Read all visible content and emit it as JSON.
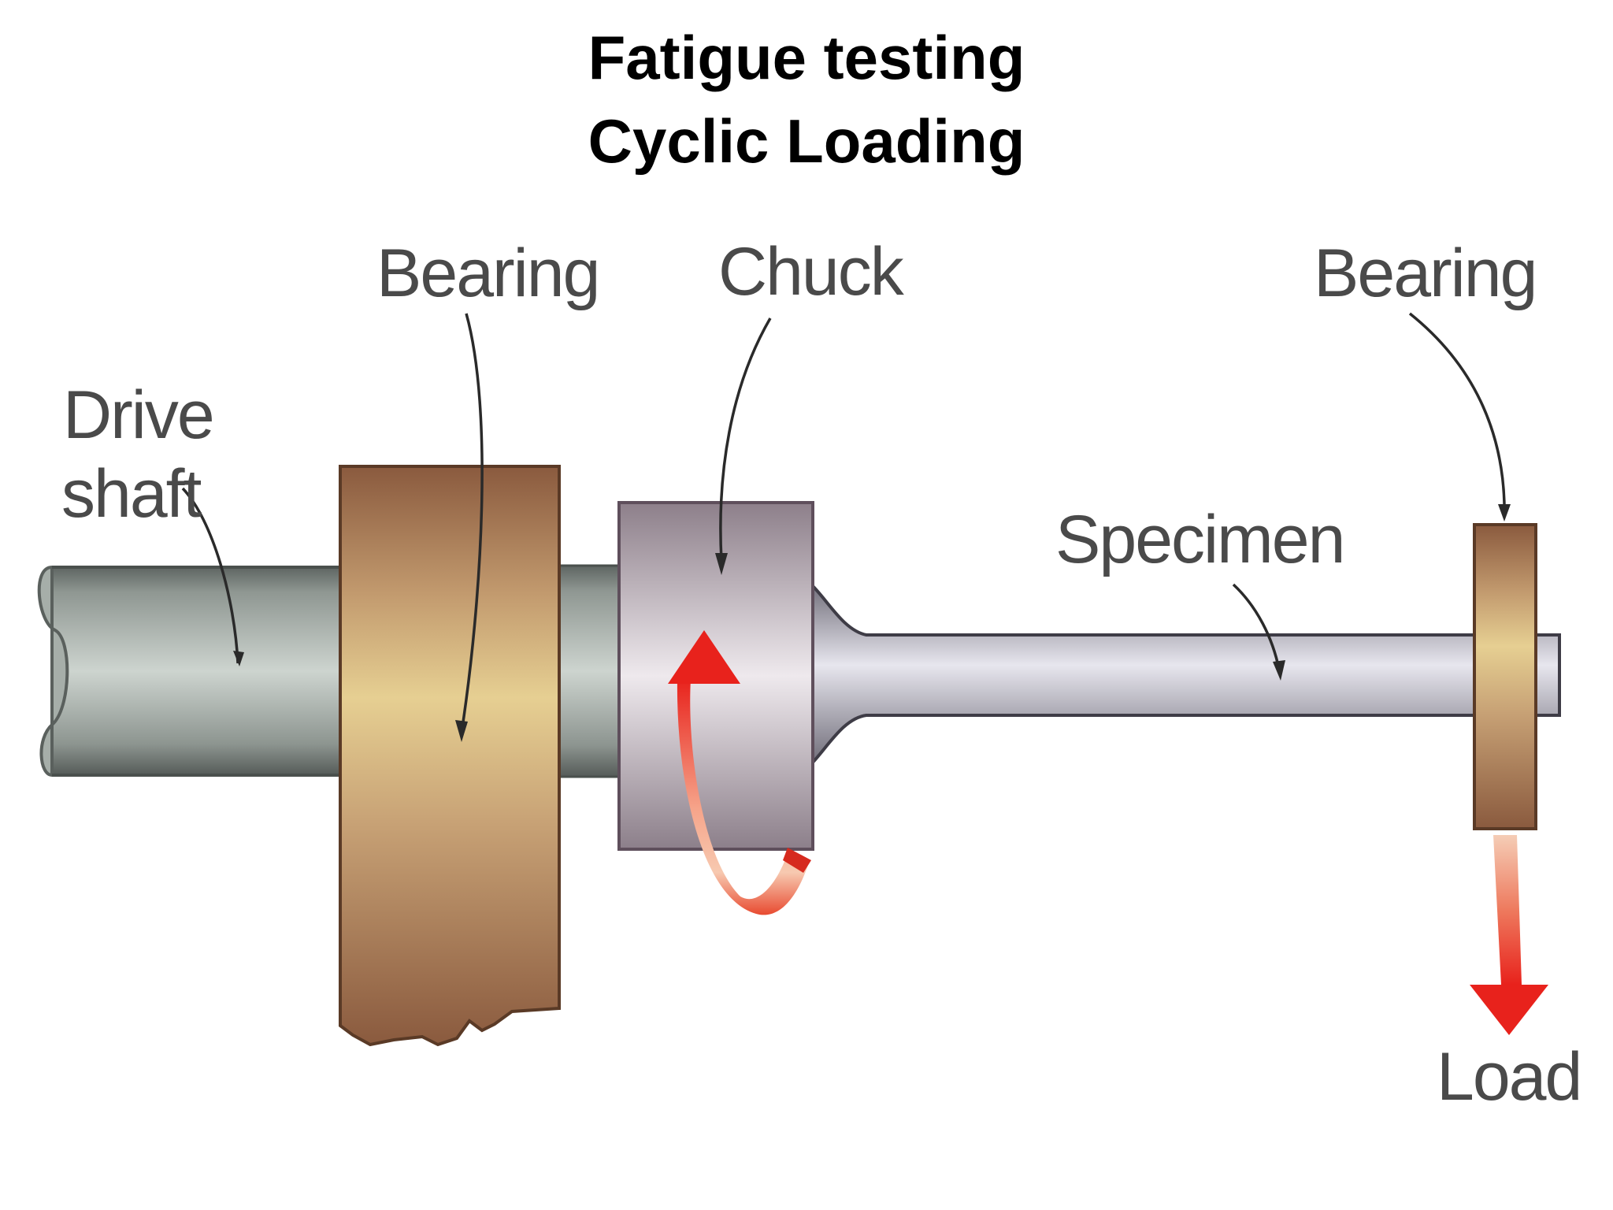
{
  "title": {
    "line1": "Fatigue testing",
    "line2": "Cyclic Loading"
  },
  "labels": {
    "drive_shaft_line1": "Drive",
    "drive_shaft_line2": "shaft",
    "bearing_left": "Bearing",
    "chuck": "Chuck",
    "bearing_right": "Bearing",
    "specimen": "Specimen",
    "load": "Load"
  },
  "colors": {
    "rotation_arrow": "#e8221c",
    "load_arrow": "#e8221c",
    "shaft": "#8c948e",
    "bearing": "#a87a56",
    "chuck": "#a89aa4"
  }
}
